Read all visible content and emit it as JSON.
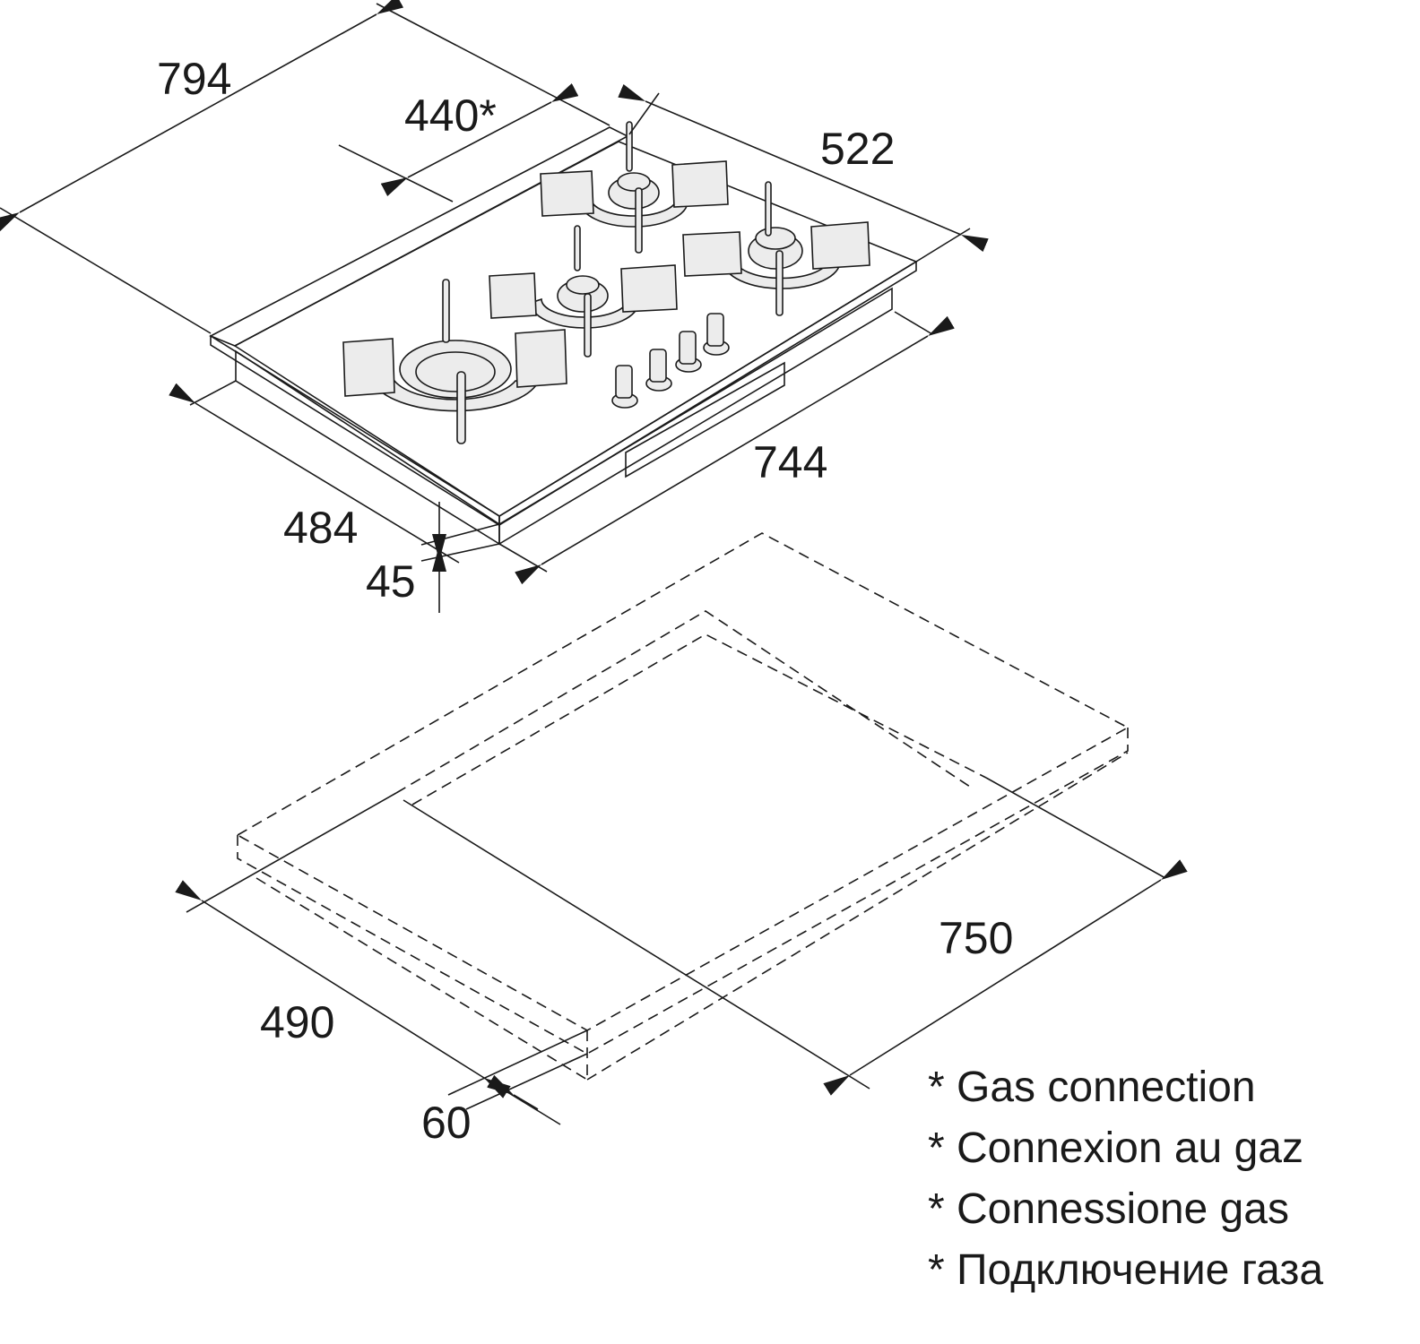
{
  "dimensions": {
    "overall_depth_with_strip": "794",
    "gas_connection_offset": "440*",
    "glass_depth": "522",
    "glass_width": "744",
    "body_depth": "484",
    "height": "45",
    "cutout_width": "750",
    "cutout_depth": "490",
    "min_front_distance": "60"
  },
  "legend": [
    "* Gas connection",
    "* Connexion au gaz",
    "* Connessione gas",
    "* Подключение газа"
  ],
  "colors": {
    "glass": "#808080",
    "line": "#1a1a1a",
    "parts": "#ececec"
  }
}
